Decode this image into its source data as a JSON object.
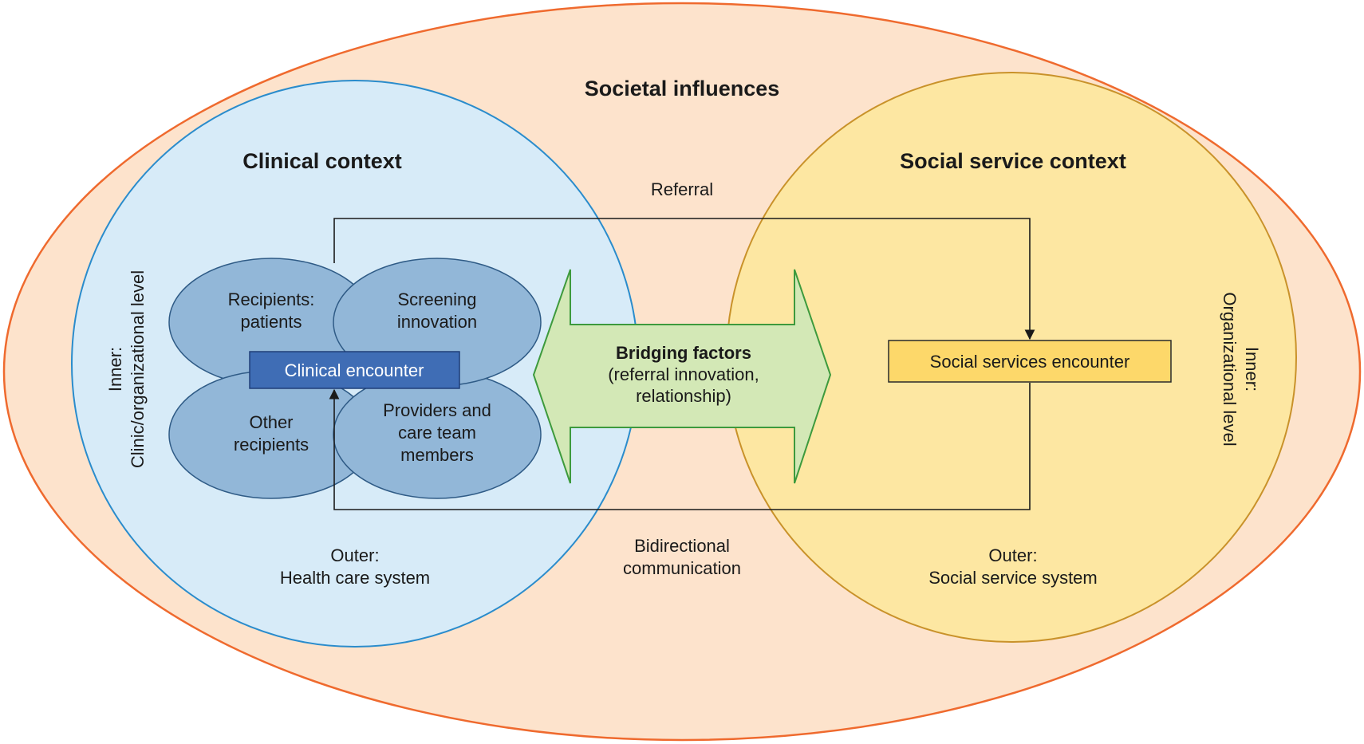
{
  "societal": {
    "title": "Societal influences"
  },
  "clinical": {
    "title": "Clinical context",
    "inner_line1": "Inner:",
    "inner_line2": "Clinic/organizational level",
    "outer_line1": "Outer:",
    "outer_line2": "Health care system",
    "recipients_patients": [
      "Recipients:",
      "patients"
    ],
    "screening_innovation": [
      "Screening",
      "innovation"
    ],
    "other_recipients": [
      "Other",
      "recipients"
    ],
    "providers": [
      "Providers and",
      "care team",
      "members"
    ],
    "encounter": "Clinical encounter"
  },
  "social": {
    "title": "Social service context",
    "inner_line1": "Inner:",
    "inner_line2": "Organizational level",
    "outer_line1": "Outer:",
    "outer_line2": "Social service system",
    "encounter": "Social services encounter"
  },
  "bridging": {
    "title": "Bridging factors",
    "line2": "(referral innovation,",
    "line3": "relationship)"
  },
  "flows": {
    "referral": "Referral",
    "bidirectional_line1": "Bidirectional",
    "bidirectional_line2": "communication"
  },
  "colors": {
    "societal_fill": "#fde3cc",
    "societal_stroke": "#ef6a2e",
    "clinical_fill": "#d7ebf8",
    "clinical_stroke": "#2a8ccc",
    "social_fill": "#fde89a",
    "social_stroke": "#c9922a",
    "ellipse_fill": "#92b7d8",
    "ellipse_stroke": "#2f5b86",
    "clinical_encounter_fill": "#3f6db5",
    "social_encounter_fill": "#fdd86a",
    "arrow_fill": "#d3e8b6",
    "arrow_stroke": "#3d9a3d"
  }
}
